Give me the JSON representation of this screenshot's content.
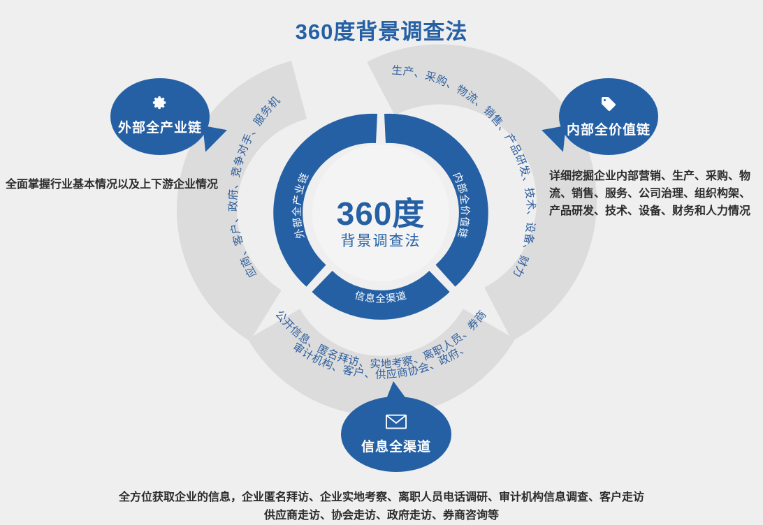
{
  "page": {
    "title": "360度背景调查法"
  },
  "center": {
    "line1": "360度",
    "line2": "背景调查法"
  },
  "inner_ring": {
    "left_label": "外部全产业链",
    "right_label": "内部全价值链",
    "bottom_label": "信息全渠道"
  },
  "outer_ring": {
    "left_text": "供应商、客户、政府、竞争对手、服务机构",
    "right_text": "营销、生产、采购、物流、销售、产品研发、技术、设备、财力、人力",
    "bottom_text_line1": "公开信息、匿名拜访、实地考察、离职人员、券商",
    "bottom_text_line2": "审计机构、客户、供应商协会、政府、"
  },
  "callouts": {
    "left": {
      "icon": "gear-icon",
      "label": "外部全产业链",
      "description": "全面掌握行业基本情况以及上下游企业情况"
    },
    "right": {
      "icon": "tag-icon",
      "label": "内部全价值链",
      "description": "详细挖掘企业内部营销、生产、采购、物流、销售、服务、公司治理、组织构架、产品研发、技术、设备、财务和人力情况"
    },
    "bottom": {
      "icon": "envelope-icon",
      "label": "信息全渠道",
      "description_line1": "全方位获取企业的信息，企业匿名拜访、企业实地考察、离职人员电话调研、审计机构信息调查、客户走访",
      "description_line2": "供应商走访、协会走访、政府走访、券商咨询等"
    }
  },
  "colors": {
    "brand_blue": "#2560a5",
    "ring_gray": "#dcdcdc",
    "background": "#efefef",
    "text_dark": "#2b2b2b"
  }
}
